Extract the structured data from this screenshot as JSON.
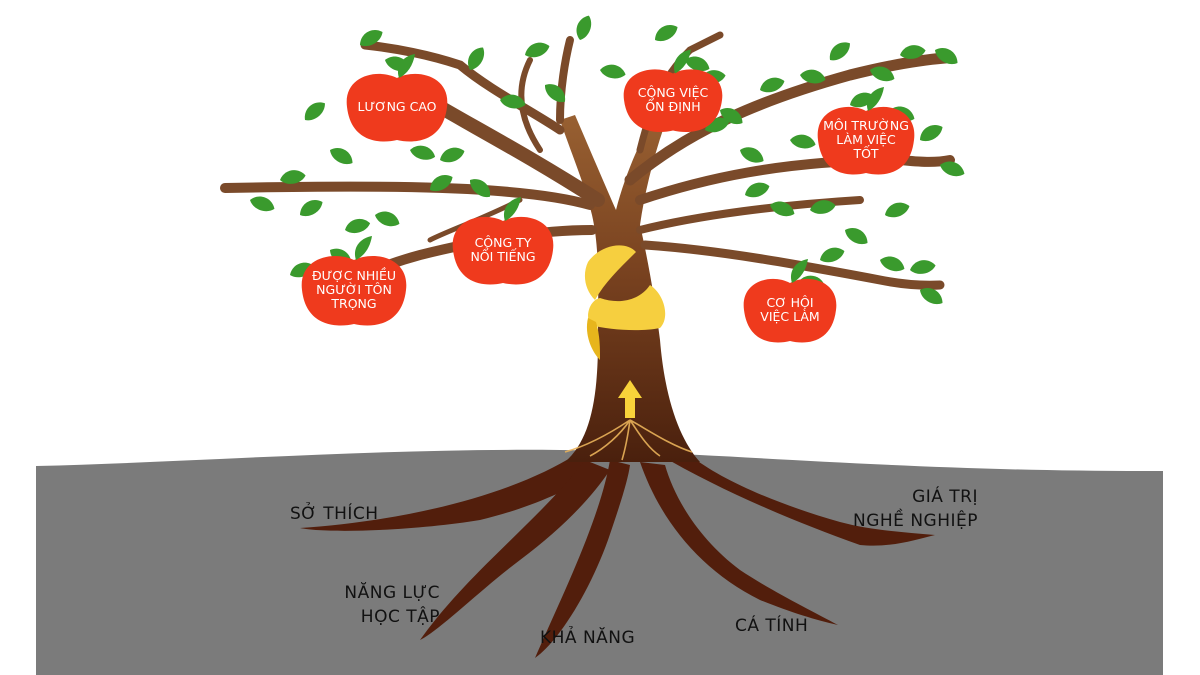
{
  "colors": {
    "ground": "#7b7b7b",
    "trunk_dark": "#5a2a12",
    "trunk_light": "#9a6233",
    "leaf": "#3a9a2d",
    "fruit": "#ef3a1d",
    "ribbon": "#f6cf3f",
    "arrow": "#f9d33a"
  },
  "fruits": [
    {
      "lines": [
        "LƯƠNG CAO"
      ]
    },
    {
      "lines": [
        "CÔNG VIỆC",
        "ỔN ĐỊNH"
      ]
    },
    {
      "lines": [
        "MÔI TRƯỜNG",
        "LÀM VIỆC",
        "TỐT"
      ]
    },
    {
      "lines": [
        "CÔNG TY",
        "NỔI TIẾNG"
      ]
    },
    {
      "lines": [
        "ĐƯỢC NHIỀU",
        "NGƯỜI TÔN",
        "TRỌNG"
      ]
    },
    {
      "lines": [
        "CƠ HỘI",
        "VIỆC LÀM"
      ]
    }
  ],
  "roots": [
    {
      "lines": [
        "SỞ THÍCH"
      ]
    },
    {
      "lines": [
        "NĂNG LỰC",
        "HỌC TẬP"
      ]
    },
    {
      "lines": [
        "KHẢ NĂNG"
      ]
    },
    {
      "lines": [
        "CÁ TÍNH"
      ]
    },
    {
      "lines": [
        "GIÁ TRỊ",
        "NGHỀ NGHIỆP"
      ]
    }
  ]
}
